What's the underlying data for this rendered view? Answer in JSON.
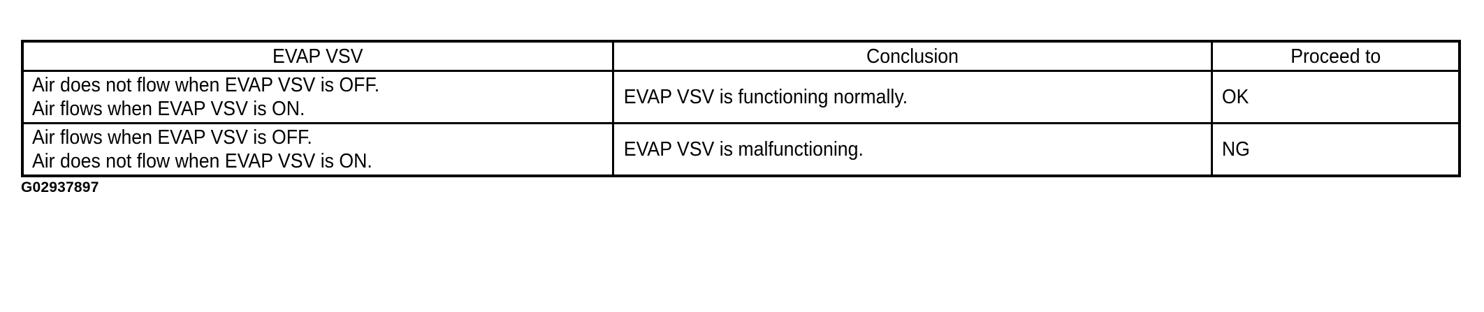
{
  "figure": {
    "caption_id": "G02937897"
  },
  "table": {
    "headers": [
      "EVAP VSV",
      "Conclusion",
      "Proceed to"
    ],
    "rows": [
      {
        "evap_vsv_line1": "Air does not flow when EVAP VSV is OFF.",
        "evap_vsv_line2": "Air flows when EVAP VSV is ON.",
        "conclusion": "EVAP VSV is functioning normally.",
        "proceed_to": "OK"
      },
      {
        "evap_vsv_line1": "Air flows when EVAP VSV is OFF.",
        "evap_vsv_line2": "Air does not flow when EVAP VSV is ON.",
        "conclusion": "EVAP VSV is malfunctioning.",
        "proceed_to": "NG"
      }
    ]
  },
  "colors": {
    "border": "#000000",
    "text": "#000000",
    "background": "#ffffff"
  }
}
